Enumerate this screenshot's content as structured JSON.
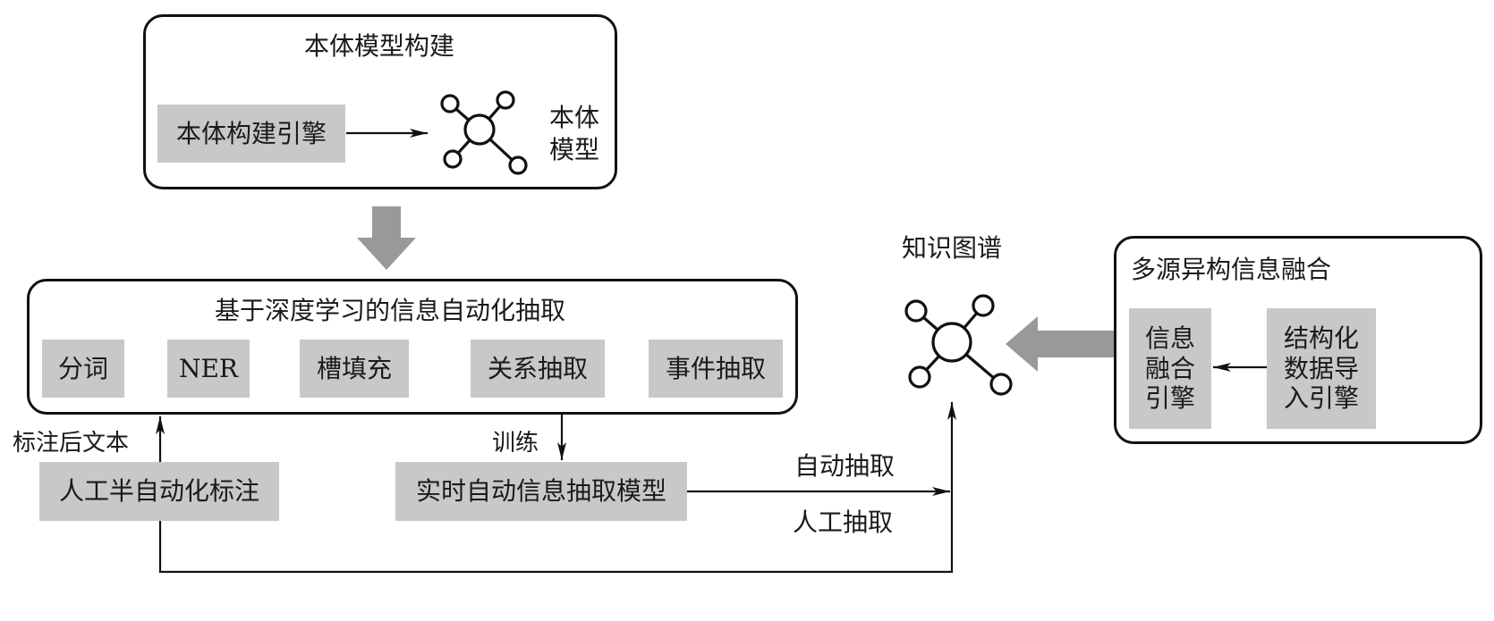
{
  "ontology": {
    "title": "本体模型构建",
    "engine": "本体构建引擎",
    "model_label_line1": "本体",
    "model_label_line2": "模型",
    "icon": "network-graph-icon"
  },
  "extraction": {
    "title": "基于深度学习的信息自动化抽取",
    "modules": [
      "分词",
      "NER",
      "槽填充",
      "关系抽取",
      "事件抽取"
    ]
  },
  "annotation": {
    "box": "人工半自动化标注",
    "arrow_label": "标注后文本"
  },
  "realtime_model": {
    "box": "实时自动信息抽取模型",
    "train_label": "训练",
    "auto_label": "自动抽取",
    "manual_label": "人工抽取"
  },
  "knowledge_graph": {
    "title": "知识图谱",
    "icon": "network-graph-icon"
  },
  "fusion": {
    "title": "多源异构信息融合",
    "fusion_engine": [
      "信息",
      "融合",
      "引擎"
    ],
    "import_engine": [
      "结构化",
      "数据导",
      "入引擎"
    ]
  },
  "colors": {
    "box_fill": "#c8c8c8",
    "big_arrow": "#999999",
    "line": "#111111"
  }
}
